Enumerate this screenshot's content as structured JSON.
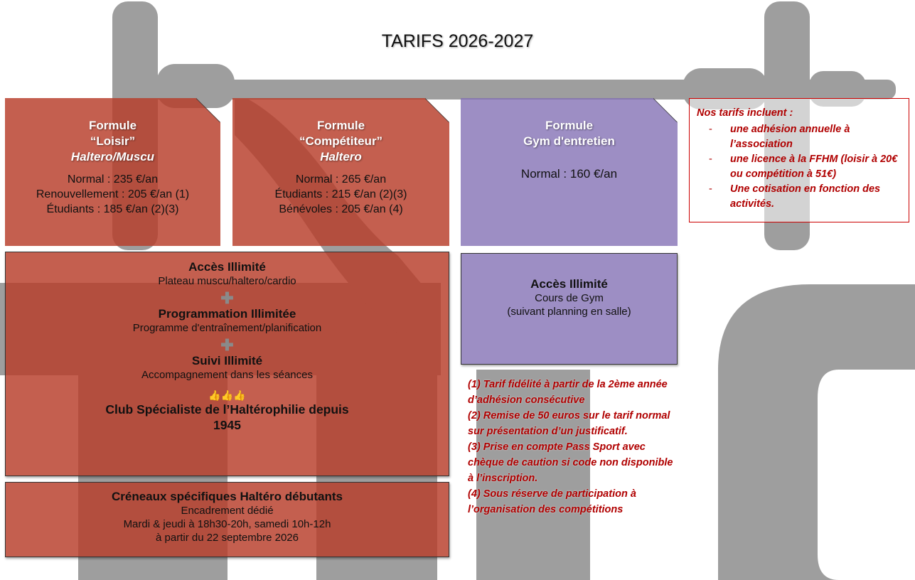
{
  "page": {
    "title": "TARIFS 2026-2027"
  },
  "colors": {
    "red_panel": "#B73C28",
    "purple_panel": "#826EB4",
    "note_red": "#B00000",
    "watermark_grey": "#9E9E9E"
  },
  "formules": [
    {
      "head": [
        "Formule",
        "“Loisir”",
        "Haltero/Muscu"
      ],
      "prices": [
        "Normal : 235 €/an",
        "Renouvellement : 205 €/an (1)",
        "Étudiants : 185 €/an (2)(3)"
      ]
    },
    {
      "head": [
        "Formule",
        "“Compétiteur”",
        "Haltero"
      ],
      "prices": [
        "Normal : 265 €/an",
        "Étudiants  : 215 €/an (2)(3)",
        "Bénévoles : 205 €/an (4)"
      ]
    },
    {
      "head": [
        "Formule",
        "Gym d'entretien"
      ],
      "prices": [
        "Normal : 160 €/an"
      ]
    }
  ],
  "notes": {
    "heading": "Nos tarifs incluent :",
    "items": [
      "une adhésion annuelle à l’association",
      "une licence à la FFHM (loisir à 20€  ou compétition à 51€)",
      "Une cotisation en fonction des activités."
    ],
    "bullet": "-"
  },
  "acces_main": {
    "blocks": [
      {
        "title": "Accès Illimité",
        "sub": "Plateau muscu/haltero/cardio"
      },
      {
        "title": "Programmation Illimitée",
        "sub": "Programme d'entraînement/planification"
      },
      {
        "title": "Suivi Illimité",
        "sub": "Accompagnement dans les séances"
      }
    ],
    "plus_icon": "plus-icon",
    "plus_glyph": "✚",
    "thumbs_icon": "thumbs-up-icon",
    "thumbs_glyph": "👍👍👍",
    "club_line1": "Club Spécialiste de l’Haltérophilie depuis",
    "club_line2": "1945"
  },
  "acces_gym": {
    "title": "Accès Illimité",
    "sub1": "Cours de Gym",
    "sub2": "(suivant planning en salle)"
  },
  "creneaux": {
    "title": "Créneaux spécifiques Haltéro débutants",
    "line1": "Encadrement dédié",
    "line2": "Mardi & jeudi à 18h30-20h, samedi 10h-12h",
    "line3": "à partir du 22 septembre 2026"
  },
  "footnotes": [
    "(1) Tarif fidélité à partir de la 2ème année d’adhésion consécutive",
    "(2) Remise de 50 euros sur le tarif normal sur présentation d’un justificatif.",
    "(3) Prise en compte Pass Sport avec chèque de caution si code non disponible à l’inscription.",
    "(4) Sous réserve de participation à l’organisation des compétitions"
  ]
}
